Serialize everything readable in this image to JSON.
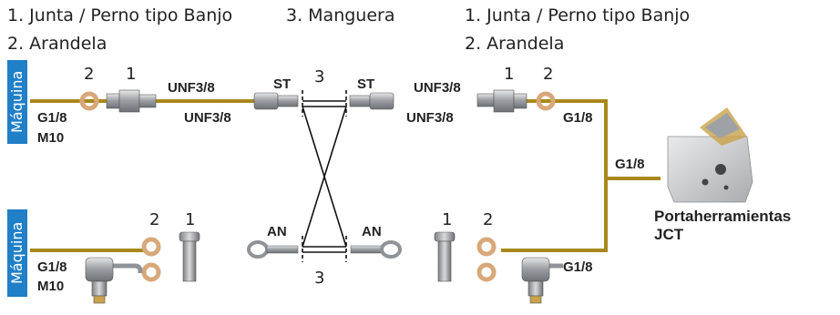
{
  "legend": {
    "left_item1": "1. Junta / Perno tipo Banjo",
    "left_item2": "2. Arandela",
    "center_item3": "3. Manguera",
    "right_item1": "1. Junta / Perno tipo Banjo",
    "right_item2": "2. Arandela"
  },
  "machine_label": "Máquina",
  "thread": {
    "g18": "G1/8",
    "m10": "M10",
    "unf": "UNF3/8"
  },
  "fitting": {
    "st": "ST",
    "an": "AN"
  },
  "numbers": {
    "one": "1",
    "two": "2",
    "three": "3"
  },
  "tool_holder": {
    "line1": "Portaherramientas",
    "line2": "JCT"
  },
  "colors": {
    "line": "#a8881c",
    "machine_box": "#1f7fc7",
    "washer": "#d8a87a",
    "metal": "#b5b8bb"
  }
}
